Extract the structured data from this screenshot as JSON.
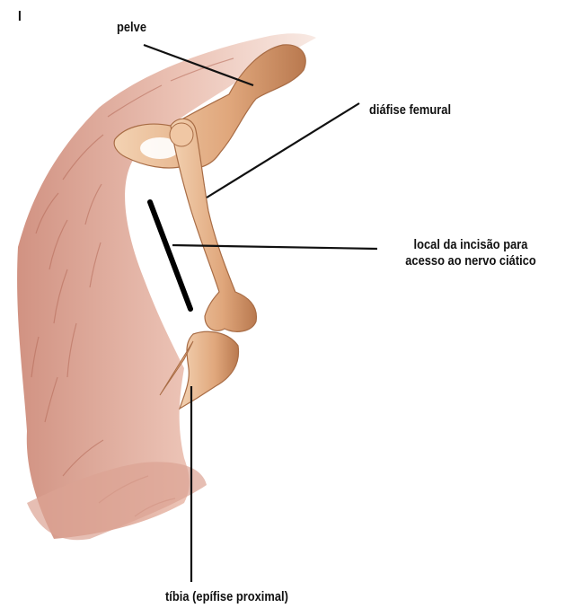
{
  "figure": {
    "number": "I",
    "labels": {
      "pelvis": "pelve",
      "femur_shaft": "diáfise femural",
      "incision_line1": "local da incisão para",
      "incision_line2": "acesso ao nervo ciático",
      "tibia": "tíbia (epífise proximal)"
    }
  },
  "colors": {
    "skin": "#d69a86",
    "skin_dark": "#b56a58",
    "bone": "#e8b98f",
    "bone_shadow": "#b9794f",
    "leader_line": "#111111",
    "incision_mark": "#000000"
  }
}
